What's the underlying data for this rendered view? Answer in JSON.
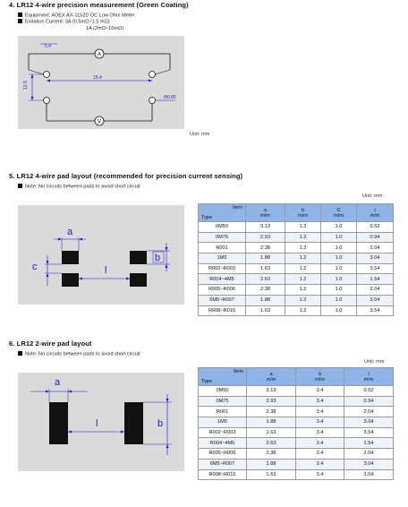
{
  "sec4": {
    "title": "4. LR12   4-wire precision measurement (Green Coating)",
    "equipment": "Equipment: ADEX AX-1152D DC Low Ohm Meter",
    "excitation": "Exitation Current: 3A (0.5mΩ~1.5 mΩ)",
    "excitation2": "1A (2mΩ~15mΩ)",
    "dim_top": "5.4",
    "dim_mid": "15.4",
    "dim_left": "12.5",
    "dim_right": "Φ0.85",
    "meter_a": "A",
    "meter_v": "V",
    "unit": "Unit: mm"
  },
  "sec5": {
    "title": "5. LR12   4-wire pad layout (recommended for precision current sensing)",
    "note": "Note: No circuits between pads to avoid short circuit",
    "unit": "Unit: mm",
    "labels": {
      "a": "a",
      "b": "b",
      "c": "c",
      "l": "l"
    },
    "header": {
      "item": "Item",
      "type": "Type",
      "a": "a",
      "b": "b",
      "c": "C",
      "l": "l",
      "mm": "m/m"
    },
    "rows": [
      [
        "0M50",
        "3.13",
        "1.2",
        "1.0",
        "0.52"
      ],
      [
        "0M75",
        "2.93",
        "1.2",
        "1.0",
        "0.94"
      ],
      [
        "R001",
        "2.38",
        "1.2",
        "1.0",
        "2.04"
      ],
      [
        "1M5",
        "1.88",
        "1.2",
        "1.0",
        "3.04"
      ],
      [
        "R002~R003",
        "1.63",
        "1.2",
        "1.0",
        "3.54"
      ],
      [
        "R004~4M5",
        "2.63",
        "1.2",
        "1.0",
        "1.54"
      ],
      [
        "R005~R006",
        "2.38",
        "1.2",
        "1.0",
        "2.04"
      ],
      [
        "6M5~R007",
        "1.88",
        "1.2",
        "1.0",
        "3.04"
      ],
      [
        "R008~R015",
        "1.63",
        "1.2",
        "1.0",
        "3.54"
      ]
    ]
  },
  "sec6": {
    "title": "6. LR12   2-wire pad layout",
    "note": "Note: No circuits between pads to avoid short circuit",
    "unit": "Unit: mm",
    "labels": {
      "a": "a",
      "b": "b",
      "l": "l"
    },
    "header": {
      "item": "Item",
      "type": "Type",
      "a": "a",
      "b": "b",
      "l": "l",
      "mm": "m/m"
    },
    "rows": [
      [
        "0M50",
        "3.13",
        "3.4",
        "0.52"
      ],
      [
        "0M75",
        "2.93",
        "3.4",
        "0.94"
      ],
      [
        "R001",
        "2.38",
        "3.4",
        "2.04"
      ],
      [
        "1M5",
        "1.88",
        "3.4",
        "3.04"
      ],
      [
        "R002~R003",
        "1.63",
        "3.4",
        "3.54"
      ],
      [
        "R004~4M5",
        "2.63",
        "3.4",
        "1.54"
      ],
      [
        "R005~R006",
        "2.38",
        "3.4",
        "2.04"
      ],
      [
        "6M5~R007",
        "1.88",
        "3.4",
        "3.04"
      ],
      [
        "R008~R015",
        "1.63",
        "3.4",
        "3.54"
      ]
    ]
  }
}
